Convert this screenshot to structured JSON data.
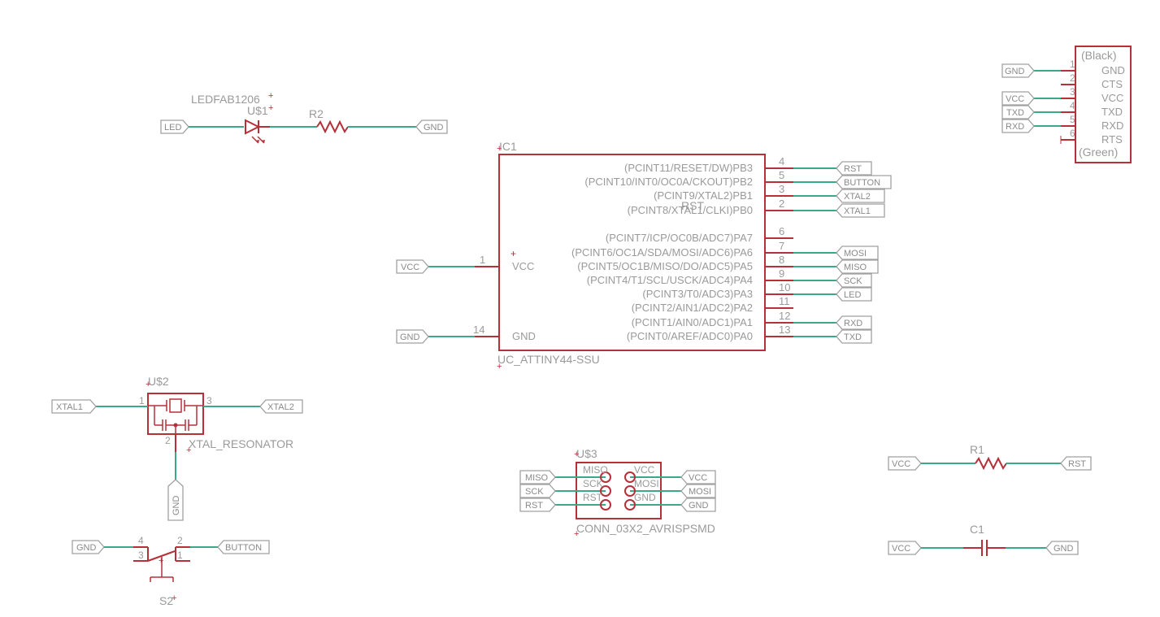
{
  "colors": {
    "wire": "#3aa889",
    "part": "#b6303a",
    "text": "#9a9a9a",
    "flag": "#a0a0a0"
  },
  "led": {
    "name": "U$1",
    "value": "LEDFAB1206",
    "net_left": "LED",
    "net_right": "GND"
  },
  "r2": {
    "name": "R2"
  },
  "ftdi": {
    "top_label": "(Black)",
    "bottom_label": "(Green)",
    "pins": [
      {
        "num": "1",
        "name": "GND",
        "net": "GND"
      },
      {
        "num": "2",
        "name": "CTS",
        "net": ""
      },
      {
        "num": "3",
        "name": "VCC",
        "net": "VCC"
      },
      {
        "num": "4",
        "name": "TXD",
        "net": "TXD"
      },
      {
        "num": "5",
        "name": "RXD",
        "net": "RXD"
      },
      {
        "num": "6",
        "name": "RTS",
        "net": ""
      }
    ]
  },
  "ic1": {
    "name": "IC1",
    "value": "UC_ATTINY44-SSU",
    "rst_label": "RST",
    "vcc": {
      "num": "1",
      "name": "VCC",
      "net": "VCC"
    },
    "gnd": {
      "num": "14",
      "name": "GND",
      "net": "GND"
    },
    "pins": [
      {
        "num": "4",
        "name": "(PCINT11/RESET/DW)PB3",
        "net": "RST"
      },
      {
        "num": "5",
        "name": "(PCINT10/INT0/OC0A/CKOUT)PB2",
        "net": "BUTTON"
      },
      {
        "num": "3",
        "name": "(PCINT9/XTAL2)PB1",
        "net": "XTAL2"
      },
      {
        "num": "2",
        "name": "(PCINT8/XTAL1/CLKI)PB0",
        "net": "XTAL1"
      },
      {
        "num": "6",
        "name": "(PCINT7/ICP/OC0B/ADC7)PA7",
        "net": ""
      },
      {
        "num": "7",
        "name": "(PCINT6/OC1A/SDA/MOSI/ADC6)PA6",
        "net": "MOSI"
      },
      {
        "num": "8",
        "name": "(PCINT5/OC1B/MISO/DO/ADC5)PA5",
        "net": "MISO"
      },
      {
        "num": "9",
        "name": "(PCINT4/T1/SCL/USCK/ADC4)PA4",
        "net": "SCK"
      },
      {
        "num": "10",
        "name": "(PCINT3/T0/ADC3)PA3",
        "net": "LED"
      },
      {
        "num": "11",
        "name": "(PCINT2/AIN1/ADC2)PA2",
        "net": ""
      },
      {
        "num": "12",
        "name": "(PCINT1/AIN0/ADC1)PA1",
        "net": "RXD"
      },
      {
        "num": "13",
        "name": "(PCINT0/AREF/ADC0)PA0",
        "net": "TXD"
      }
    ]
  },
  "u2": {
    "name": "U$2",
    "value": "XTAL_RESONATOR",
    "pin1": "1",
    "pin2": "2",
    "pin3": "3",
    "net_left": "XTAL1",
    "net_right": "XTAL2",
    "net_bottom": "GND"
  },
  "s2": {
    "name": "S2",
    "pin4": "4",
    "pin3": "3",
    "pin2": "2",
    "pin1": "1",
    "net_left": "GND",
    "net_right": "BUTTON"
  },
  "u3": {
    "name": "U$3",
    "value": "CONN_03X2_AVRISPSMD",
    "left": [
      "MISO",
      "SCK",
      "RST"
    ],
    "right": [
      "VCC",
      "MOSI",
      "GND"
    ],
    "net_left": [
      "MISO",
      "SCK",
      "RST"
    ],
    "net_right": [
      "VCC",
      "MOSI",
      "GND"
    ]
  },
  "r1": {
    "name": "R1",
    "net_left": "VCC",
    "net_right": "RST"
  },
  "c1": {
    "name": "C1",
    "net_left": "VCC",
    "net_right": "GND"
  }
}
